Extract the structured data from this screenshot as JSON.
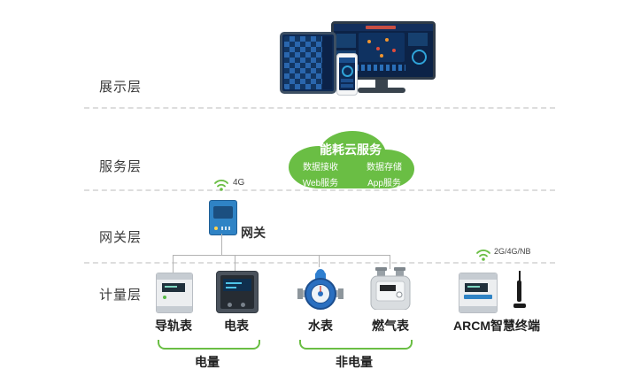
{
  "layers": {
    "display": "展示层",
    "service": "服务层",
    "gateway": "网关层",
    "metering": "计量层"
  },
  "cloud": {
    "title": "能耗云服务",
    "items": [
      {
        "label": "数据接收"
      },
      {
        "label": "数据存储"
      },
      {
        "label": "Web服务"
      },
      {
        "label": "App服务"
      }
    ]
  },
  "gateway": {
    "label": "网关",
    "network": "4G"
  },
  "meters": [
    {
      "label": "导轨表"
    },
    {
      "label": "电表"
    },
    {
      "label": "水表"
    },
    {
      "label": "燃气表"
    }
  ],
  "arcm": {
    "label": "ARCM智慧终端",
    "network": "2G/4G/NB"
  },
  "groups": [
    {
      "label": "电量"
    },
    {
      "label": "非电量"
    }
  ],
  "colors": {
    "accent_green": "#6abe44",
    "device_blue": "#2f83c5",
    "screen_navy": "#0e2a55"
  },
  "icons": {
    "wifi_gateway": "wifi-signal-icon",
    "wifi_arcm": "wifi-signal-icon",
    "antenna": "antenna-icon"
  }
}
